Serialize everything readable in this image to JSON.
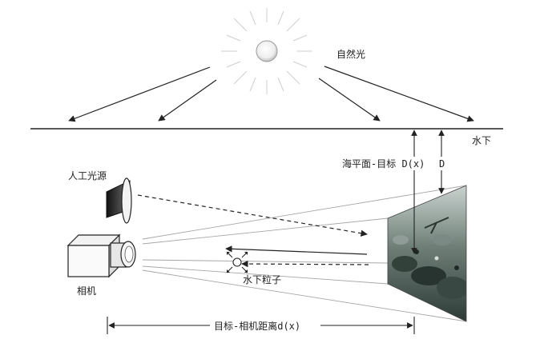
{
  "labels": {
    "natural_light": "自然光",
    "underwater": "水下",
    "artificial_light": "人工光源",
    "camera": "相机",
    "sea_surface_to_target": "海平面-目标 D(x)",
    "depth_D": "D",
    "particles": "水下粒子",
    "target_camera_distance": "目标-相机距离d(x)"
  },
  "colors": {
    "line": "#222222",
    "light_beam": "#9a9a9a",
    "scene_dark": "#2d3b36",
    "scene_mid": "#6f7f78",
    "scene_light": "#c9d3cf"
  },
  "icons": [
    "sun-icon",
    "lamp-icon",
    "camera-icon",
    "particle-icon",
    "underwater-scene-image"
  ]
}
